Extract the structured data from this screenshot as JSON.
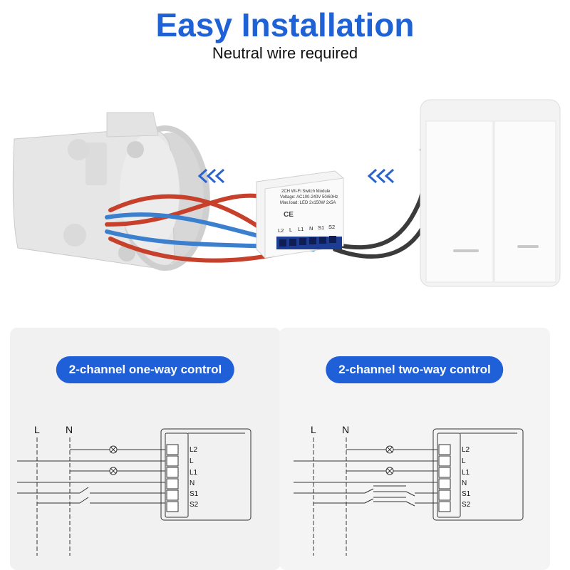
{
  "header": {
    "title": "Easy Installation",
    "subtitle": "Neutral wire required"
  },
  "module": {
    "line1": "2CH Wi-Fi Switch Module",
    "line2": "Voltage: AC100-240V 50/60Hz",
    "line3": "Max.load: LED 2x150W 2x5A",
    "terminals": [
      "L2",
      "L",
      "L1",
      "N",
      "S1",
      "S2"
    ]
  },
  "panels": [
    {
      "heading": "2-channel one-way control",
      "supply_labels": [
        "L",
        "N"
      ],
      "terminals": [
        "L2",
        "L",
        "L1",
        "N",
        "S1",
        "S2"
      ]
    },
    {
      "heading": "2-channel two-way control",
      "supply_labels": [
        "L",
        "N"
      ],
      "terminals": [
        "L2",
        "L",
        "L1",
        "N",
        "S1",
        "S2"
      ]
    }
  ],
  "colors": {
    "accent": "#1f5fd8",
    "wire_live": "#c6402b",
    "wire_neutral": "#3b7fcf",
    "wire_switch": "#3b3b3b",
    "terminal_block": "#1d3c93"
  }
}
